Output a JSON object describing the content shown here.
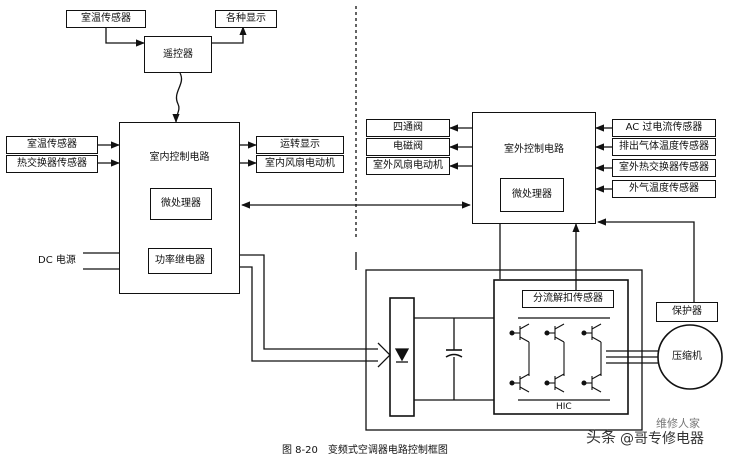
{
  "labels": {
    "remote_temp_sensor": "室温传感器",
    "various_display": "各种显示",
    "remote_controller": "遥控器",
    "indoor_temp_sensor": "室温传感器",
    "heat_exchanger_sensor": "热交换器传感器",
    "indoor_control_circuit": "室内控制电路",
    "indoor_mcu": "微处理器",
    "power_relay": "功率继电器",
    "run_display": "运转显示",
    "indoor_fan_motor": "室内风扇电动机",
    "dc_power": "DC 电源",
    "four_way_valve": "四通阀",
    "solenoid_valve": "电磁阀",
    "outdoor_fan_motor": "室外风扇电动机",
    "outdoor_control_circuit": "室外控制电路",
    "outdoor_mcu": "微处理器",
    "ac_overcurrent_sensor": "AC 过电流传感器",
    "exhaust_temp_sensor": "排出气体温度传感器",
    "outdoor_heat_exchanger_sensor": "室外热交换器传感器",
    "outdoor_air_temp_sensor": "外气温度传感器",
    "shunt_sensor": "分流解扣传感器",
    "protector": "保护器",
    "compressor": "压缩机",
    "hic": "HIC"
  },
  "caption": "图 8-20　变频式空调器电路控制框图",
  "watermark": {
    "left": "头条",
    "mid": "维修人家",
    "right": "@哥专修电器"
  }
}
